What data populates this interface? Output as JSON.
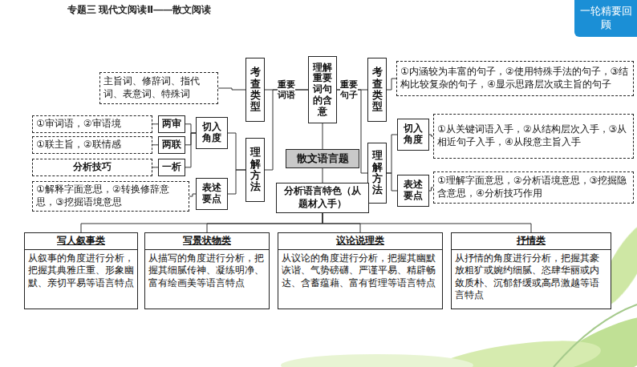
{
  "diagram": {
    "title": "专题三 现代文阅读Ⅱ——散文阅读",
    "nodes": [
      {
        "text": [
          "一轮精要回顾"
        ]
      },
      {
        "text": [
          "考查类型"
        ]
      },
      {
        "text": [
          "主旨词、修辞词、指代词、表意词、特殊词"
        ]
      },
      {
        "text": [
          "理解重要词句的含意"
        ]
      },
      {
        "text": [
          "考查类型"
        ]
      },
      {
        "text": [
          "①内涵较为丰富的句子，②使用特殊手法的句子，③结构比较复杂的句子，④显示思路层次或主旨的句子"
        ]
      },
      {
        "text": [
          "两审"
        ]
      },
      {
        "text": [
          "①审词语，②审语境"
        ]
      },
      {
        "text": [
          "两联"
        ]
      },
      {
        "text": [
          "①联主旨，②联情感"
        ]
      },
      {
        "text": [
          "一析"
        ]
      },
      {
        "text": [
          "分析技巧"
        ]
      },
      {
        "text": [
          "切入角度"
        ]
      },
      {
        "text": [
          "理解方法"
        ]
      },
      {
        "text": [
          "散文语言题"
        ]
      },
      {
        "text": [
          "理解方法"
        ]
      },
      {
        "text": [
          "切入角度"
        ]
      },
      {
        "text": [
          "①从关键词语入手，②从结构层次入手，③从相近句子入手，④从段意主旨入手"
        ]
      },
      {
        "text": [
          "表述要点"
        ]
      },
      {
        "text": [
          "①解释字面意思，②转换修辞意思，③挖掘语境意思"
        ]
      },
      {
        "text": [
          "分析语言特色（从题材入手）"
        ]
      },
      {
        "text": [
          "表述要点"
        ]
      },
      {
        "text": [
          "①理解字面意思，②分析语境意思，③挖掘隐含意思，④分析技巧作用"
        ]
      },
      {
        "text": [
          "写人叙事类",
          "从叙事的角度进行分析，把握其典雅庄重、形象幽默、亲切平易等语言特点"
        ]
      },
      {
        "text": [
          "写景状物类",
          "从描写的角度进行分析，把握其细腻传神、凝练明净、富有绘画美等语言特点"
        ]
      },
      {
        "text": [
          "议论说理类",
          "从议论的角度进行分析，把握其幽默诙谐、气势磅礴、严谨平易、精辟畅达、含蓄蕴藉、富有哲理等语言特点"
        ]
      },
      {
        "text": [
          "抒情类",
          "从抒情的角度进行分析，把握其豪放粗犷或婉约细腻、恣肆华丽或内敛质朴、沉郁舒缓或高昂激越等语言特点"
        ]
      }
    ],
    "edges": [
      {
        "from": 14,
        "to": 3,
        "arrow": "none"
      },
      {
        "from": 3,
        "to": 1,
        "label": "重要词语",
        "arrow": "none"
      },
      {
        "from": 3,
        "to": 13,
        "arrow": "none"
      },
      {
        "from": 3,
        "to": 4,
        "label": "重要句子",
        "arrow": "none"
      },
      {
        "from": 3,
        "to": 15,
        "arrow": "none"
      },
      {
        "from": 1,
        "to": 2,
        "arrow": "none"
      },
      {
        "from": 13,
        "to": 12,
        "arrow": "none"
      },
      {
        "from": 13,
        "to": 18,
        "arrow": "none"
      },
      {
        "from": 12,
        "to": 6,
        "arrow": "none"
      },
      {
        "from": 12,
        "to": 8,
        "arrow": "none"
      },
      {
        "from": 12,
        "to": 10,
        "arrow": "none"
      },
      {
        "from": 6,
        "to": 7,
        "arrow": "none"
      },
      {
        "from": 8,
        "to": 9,
        "arrow": "none"
      },
      {
        "from": 10,
        "to": 11,
        "arrow": "none"
      },
      {
        "from": 18,
        "to": 19,
        "arrow": "none"
      },
      {
        "from": 4,
        "to": 5,
        "arrow": "none"
      },
      {
        "from": 15,
        "to": 16,
        "arrow": "none"
      },
      {
        "from": 15,
        "to": 21,
        "arrow": "none"
      },
      {
        "from": 16,
        "to": 17,
        "arrow": "none"
      },
      {
        "from": 21,
        "to": 22,
        "arrow": "none"
      },
      {
        "from": 14,
        "to": 20,
        "arrow": "none"
      },
      {
        "from": 20,
        "to": 23,
        "arrow": "none"
      },
      {
        "from": 20,
        "to": 24,
        "arrow": "none"
      },
      {
        "from": 20,
        "to": 25,
        "arrow": "none"
      },
      {
        "from": 20,
        "to": 26,
        "arrow": "none"
      }
    ]
  }
}
